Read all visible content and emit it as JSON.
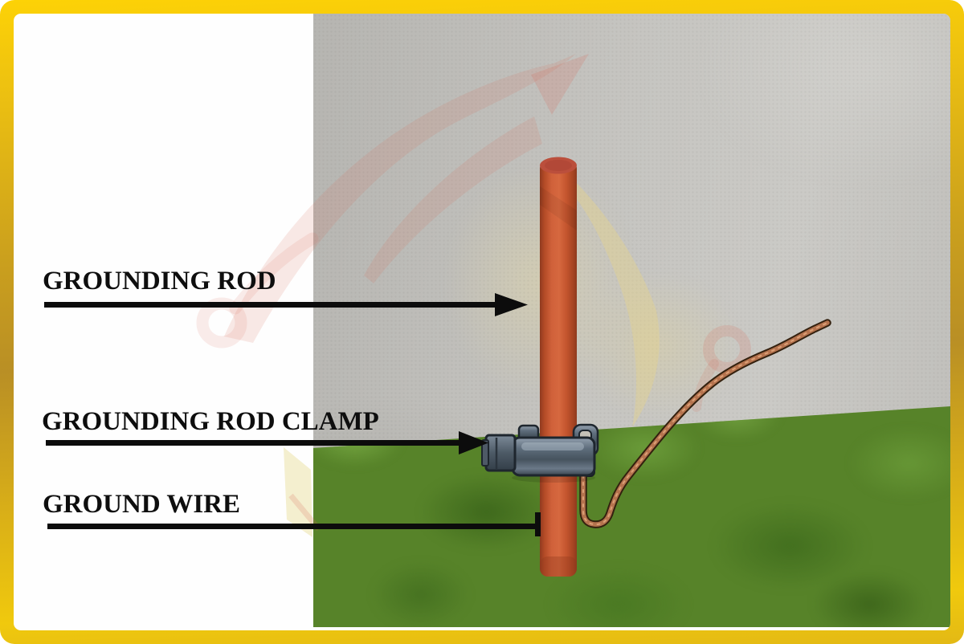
{
  "diagram": {
    "type": "labeled-illustration",
    "subject": "grounding rod installation at a wall with grass",
    "labels": [
      {
        "id": "grounding-rod",
        "text": "GROUNDING ROD",
        "pointer": "arrow",
        "points_to": "orange rod"
      },
      {
        "id": "grounding-rod-clamp",
        "text": "GROUNDING ROD CLAMP",
        "pointer": "arrow",
        "points_to": "steel clamp"
      },
      {
        "id": "ground-wire",
        "text": "GROUND WIRE",
        "pointer": "end-bar",
        "points_to": "copper wire at rod base"
      }
    ],
    "colors": {
      "frame_gold": "#e8bc12",
      "label_text": "#0e0e0e",
      "pointer_black": "#0c0c0c",
      "rod_orange": "#c9552f",
      "clamp_steel": "#5f6e7d",
      "wire_copper": "#b5734e",
      "wall_gray": "#bfbeba",
      "grass_green": "#578329",
      "watermark_red": "#d96a5a",
      "watermark_yellow": "#e5d38d",
      "background_white": "#fefefe"
    }
  }
}
